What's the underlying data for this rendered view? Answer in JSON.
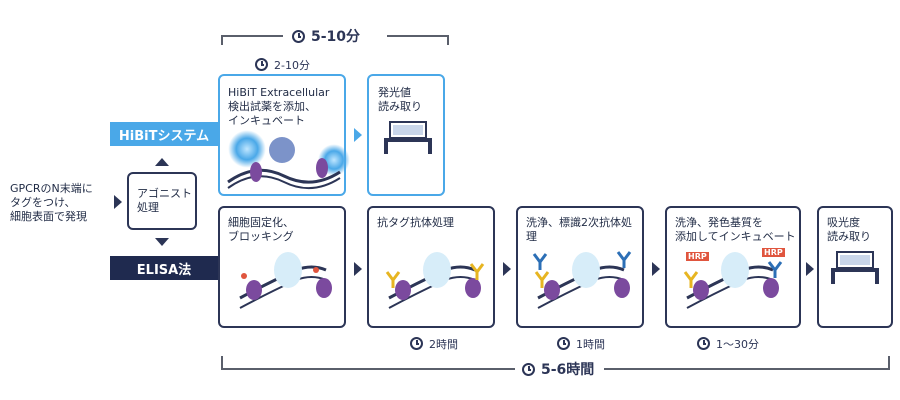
{
  "top_span": "5-10分",
  "bottom_span": "5-6時間",
  "start": {
    "text": "GPCRのN末端に\nタグをつけ、\n細胞表面で発現"
  },
  "agonist": {
    "text": "アゴニスト\n処理"
  },
  "hibit_label": "HiBiTシステム",
  "elisa_label": "ELISA法",
  "hibit_steps": [
    {
      "text": "HiBiT Extracellular\n検出試薬を添加、\nインキュベート",
      "time": "2-10分"
    },
    {
      "text": "発光値\n読み取り"
    }
  ],
  "elisa_steps": [
    {
      "text": "細胞固定化、\nブロッキング"
    },
    {
      "text": "抗タグ抗体処理",
      "time": "2時間"
    },
    {
      "text": "洗浄、標識2次抗体処理",
      "time": "1時間"
    },
    {
      "text": "洗浄、発色基質を\n添加してインキュベート",
      "time": "1～30分",
      "badge": "HRP"
    },
    {
      "text": "吸光度\n読み取り"
    }
  ],
  "colors": {
    "accent_blue": "#4aa8e8",
    "navy": "#2c3556",
    "purple": "#7b4a9e"
  }
}
